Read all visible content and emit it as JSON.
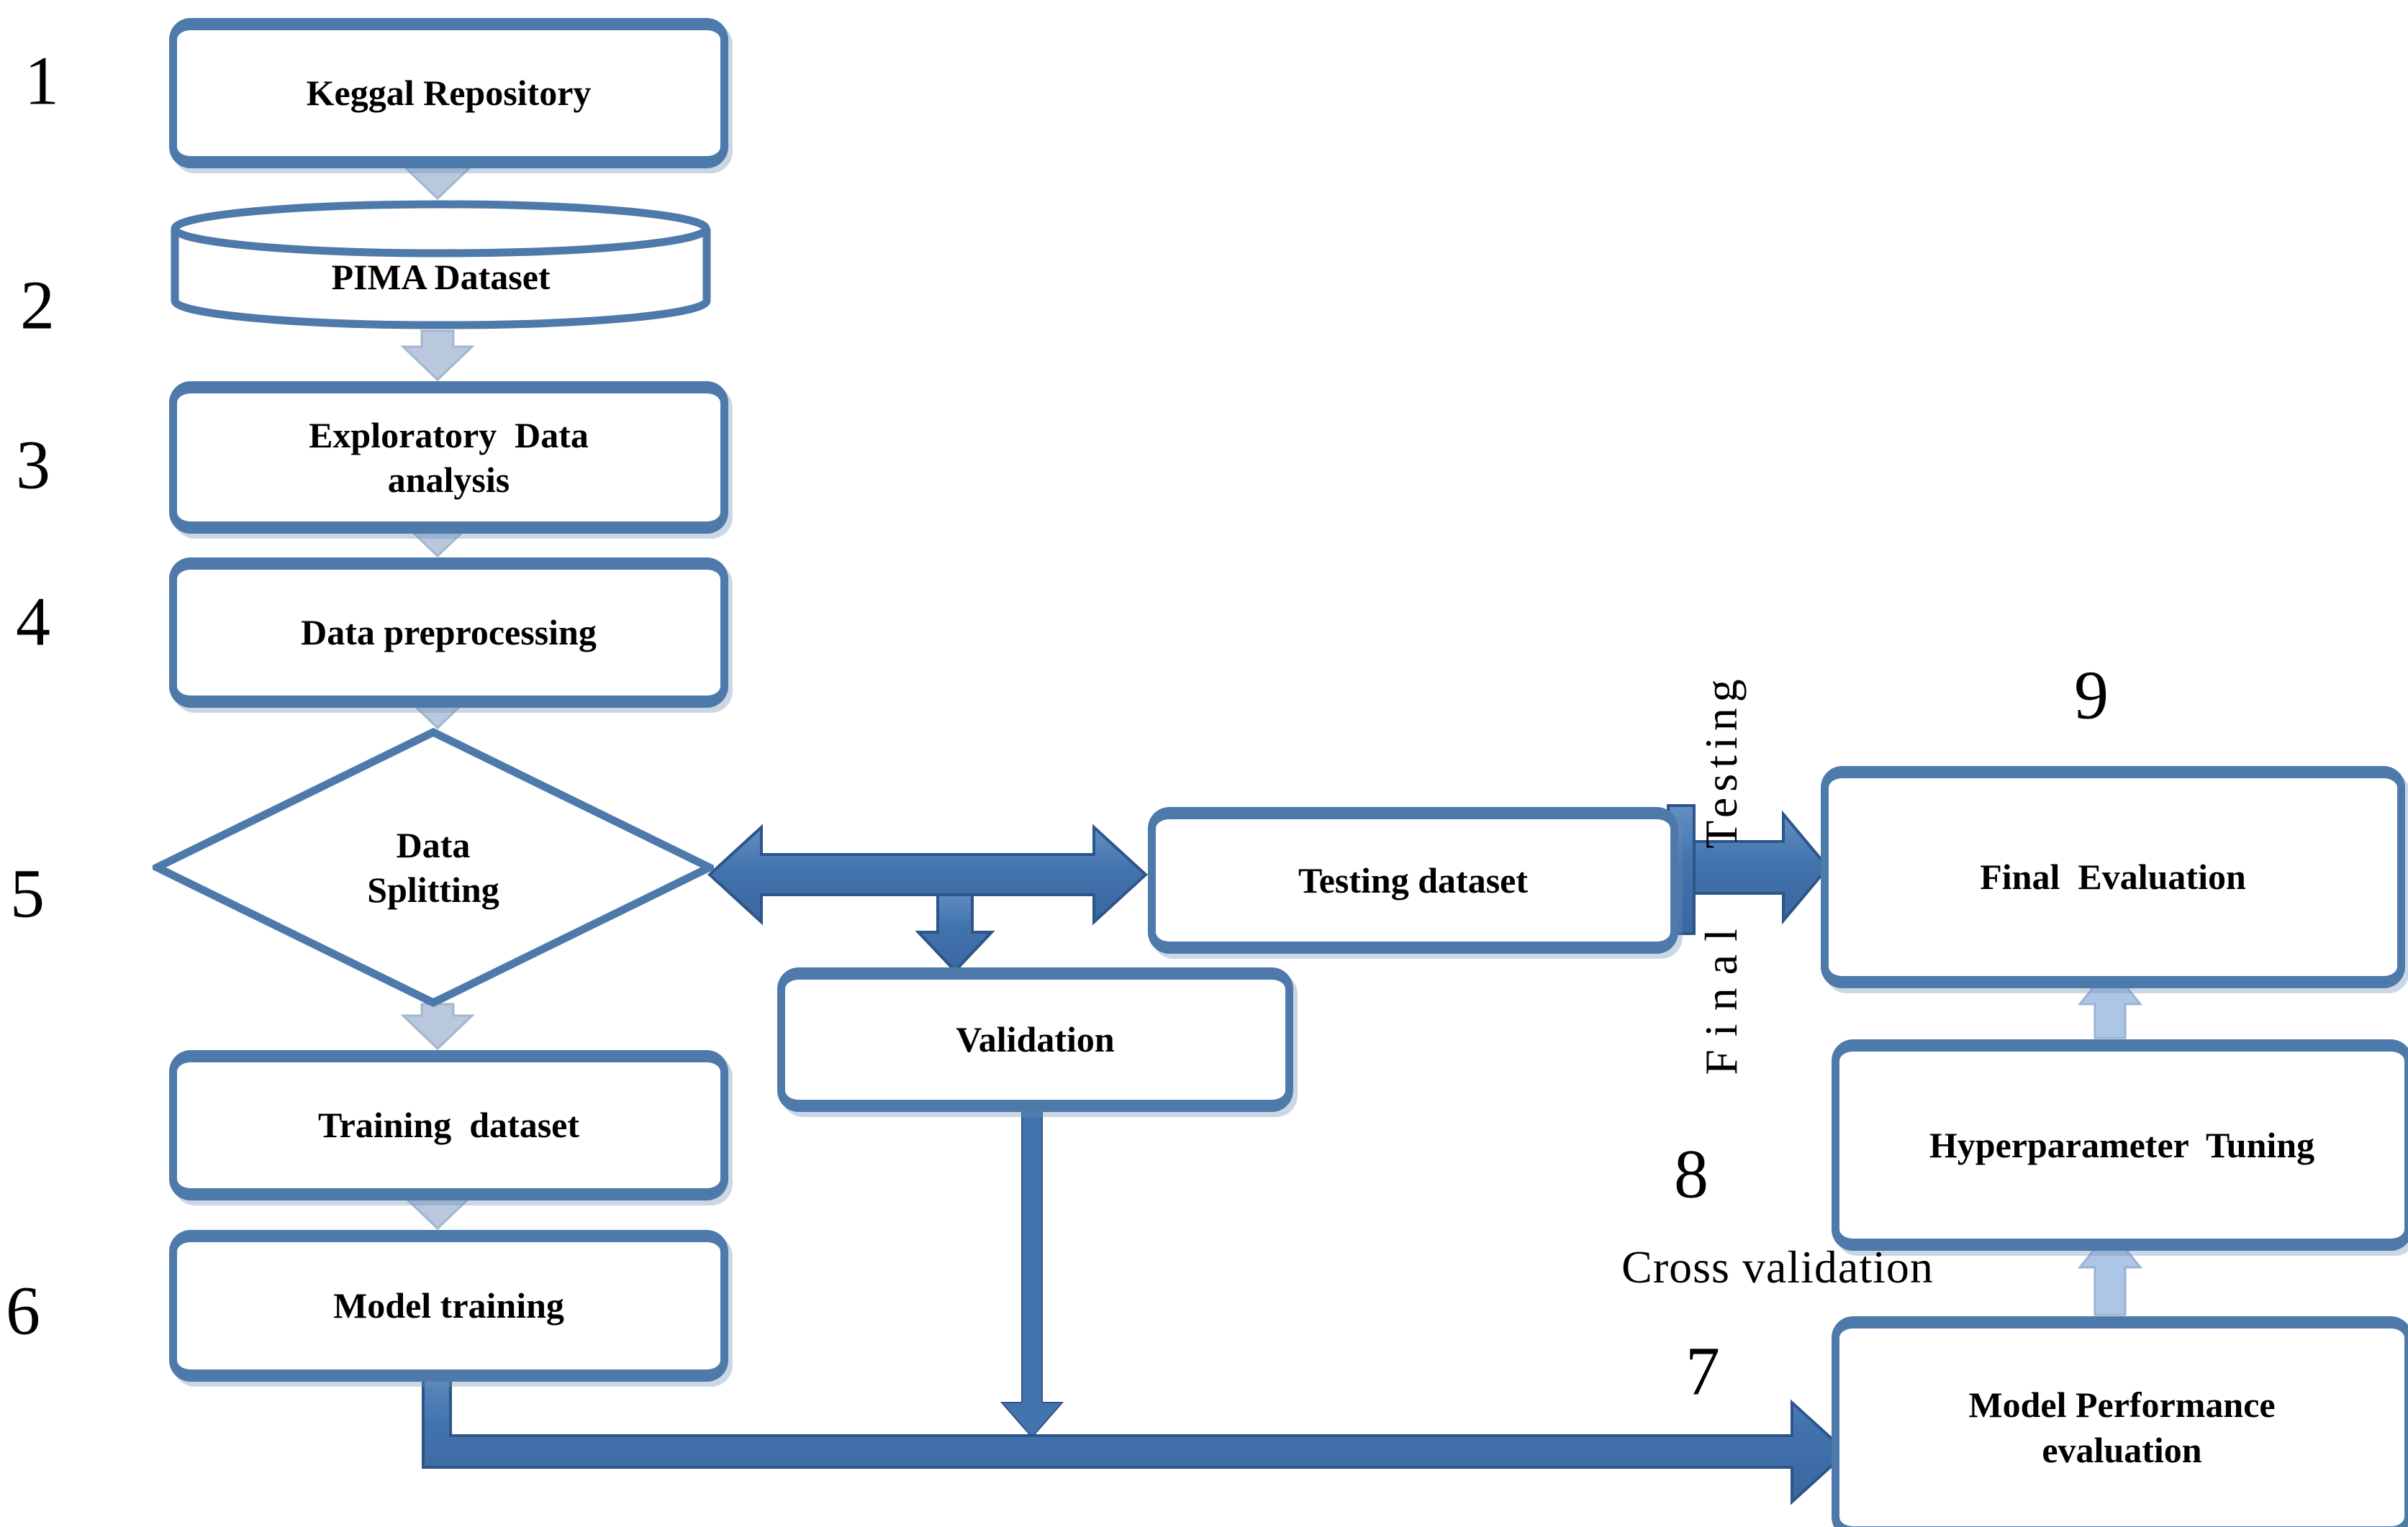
{
  "nodes": {
    "keggal": {
      "number": "1",
      "label": "Keggal Repository"
    },
    "pima": {
      "number": "2",
      "label": "PIMA Dataset"
    },
    "eda": {
      "number": "3",
      "label": "Exploratory  Data\nanalysis"
    },
    "prep": {
      "number": "4",
      "label": "Data preprocessing"
    },
    "split": {
      "number": "5",
      "label": "Data\nSplitting"
    },
    "training": {
      "label": "Training  dataset"
    },
    "model": {
      "number": "6",
      "label": "Model training"
    },
    "validation": {
      "label": "Validation"
    },
    "testing": {
      "label": "Testing dataset"
    },
    "final": {
      "number": "9",
      "label": "Final  Evaluation"
    },
    "hyper": {
      "number": "8",
      "label": "Hyperparameter  Tuning"
    },
    "perf": {
      "number": "7",
      "label": "Model Performance\nevaluation"
    }
  },
  "annotations": {
    "testing_branch": "Testing",
    "final_branch": "Final",
    "cross_validation": "Cross validation"
  },
  "colors": {
    "box_border": "#4d79ab",
    "arrow_light": "#b9c8dd",
    "arrow_light_edge": "#a3b6cf",
    "arrow_up": "#adc6e6",
    "arrow_up_edge": "#97b3d6",
    "arrow_dark": "#4273ad",
    "arrow_dark_edge": "#2d5588",
    "text": "#000000"
  }
}
